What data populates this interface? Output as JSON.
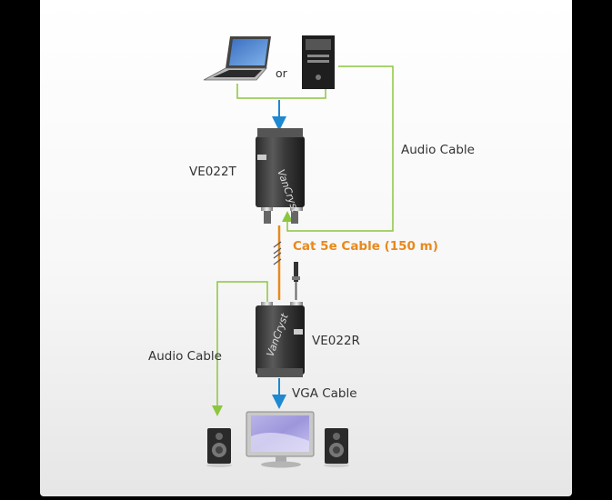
{
  "labels": {
    "or": "or",
    "transmitter": "VE022T",
    "receiver": "VE022R",
    "audio_cable_right": "Audio Cable",
    "audio_cable_left": "Audio Cable",
    "cat5e_cable": "Cat 5e Cable (150 m)",
    "vga_cable": "VGA Cable"
  },
  "device_brand": "VanCryst",
  "colors": {
    "audio_line": "#8cc63f",
    "cat5e_line": "#e8891c",
    "vga_arrow": "#1e88d0",
    "text": "#333333"
  },
  "icons": {
    "laptop": "laptop-icon",
    "desktop": "desktop-tower-icon",
    "monitor": "lcd-monitor-icon",
    "speaker": "speaker-icon"
  }
}
